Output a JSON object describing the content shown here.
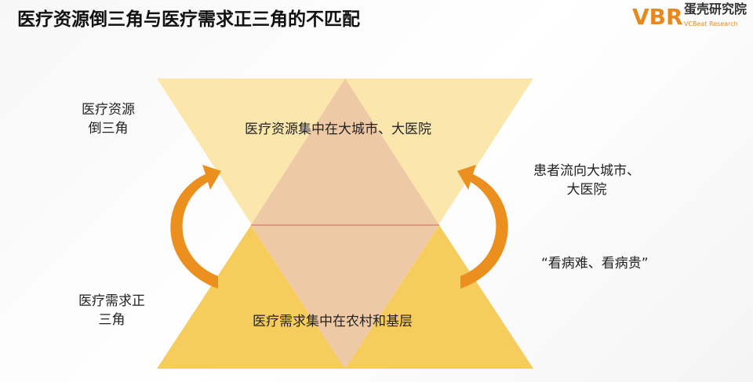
{
  "title": "医疗资源倒三角与医疗需求正三角的不匹配",
  "logo": {
    "mark": "VBR",
    "name": "蛋壳研究院",
    "sub": "VCBeat Research"
  },
  "labels": {
    "left_top": "医疗资源\n倒三角",
    "left_bottom": "医疗需求正\n三角",
    "right_top": "患者流向大城市、\n大医院",
    "right_bottom": "“看病难、看病贵”",
    "top_center": "医疗资源集中在大城市、大医院",
    "bottom_center": "医疗需求集中在农村和基层"
  },
  "colors": {
    "inverted": "#fbe7ac",
    "upright": "#f6cd5c",
    "overlap": "#eec9a5",
    "arrow": "#eb8f1e",
    "divider": "#e06060"
  }
}
